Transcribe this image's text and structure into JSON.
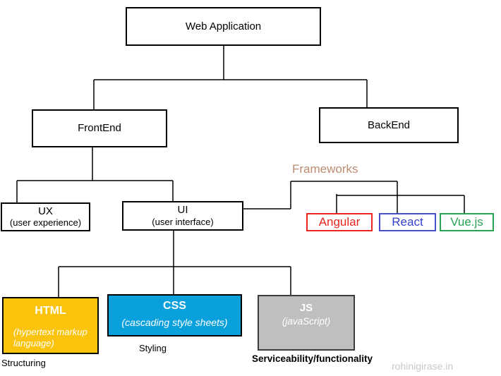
{
  "diagram": {
    "nodes": {
      "web_application": {
        "label": "Web Application"
      },
      "frontend": {
        "label": "FrontEnd"
      },
      "backend": {
        "label": "BackEnd"
      },
      "ux": {
        "label": "UX",
        "sublabel": "(user experience)"
      },
      "ui": {
        "label": "UI",
        "sublabel": "(user interface)"
      },
      "angular": {
        "label": "Angular",
        "color": "#e8251f"
      },
      "react": {
        "label": "React",
        "color": "#3f48cc"
      },
      "vuejs": {
        "label": "Vue.js",
        "color": "#27a356"
      },
      "html": {
        "label": "HTML",
        "sublabel": "(hypertext markup language)",
        "caption": "Structuring",
        "fill": "#fcc30d"
      },
      "css": {
        "label": "CSS",
        "sublabel": "(cascading style sheets)",
        "caption": "Styling",
        "fill": "#0aa0dc"
      },
      "js": {
        "label": "JS",
        "sublabel": "(javaScript)",
        "caption": "Serviceability/functionality",
        "fill": "#bfbfbf"
      }
    },
    "frameworks_label": "Frameworks",
    "frameworks_label_color": "#bd8c72",
    "watermark": "rohinigirase.in",
    "watermark_color": "#c9c9c9",
    "line_color": "#000000",
    "background_color": "#ffffff"
  }
}
